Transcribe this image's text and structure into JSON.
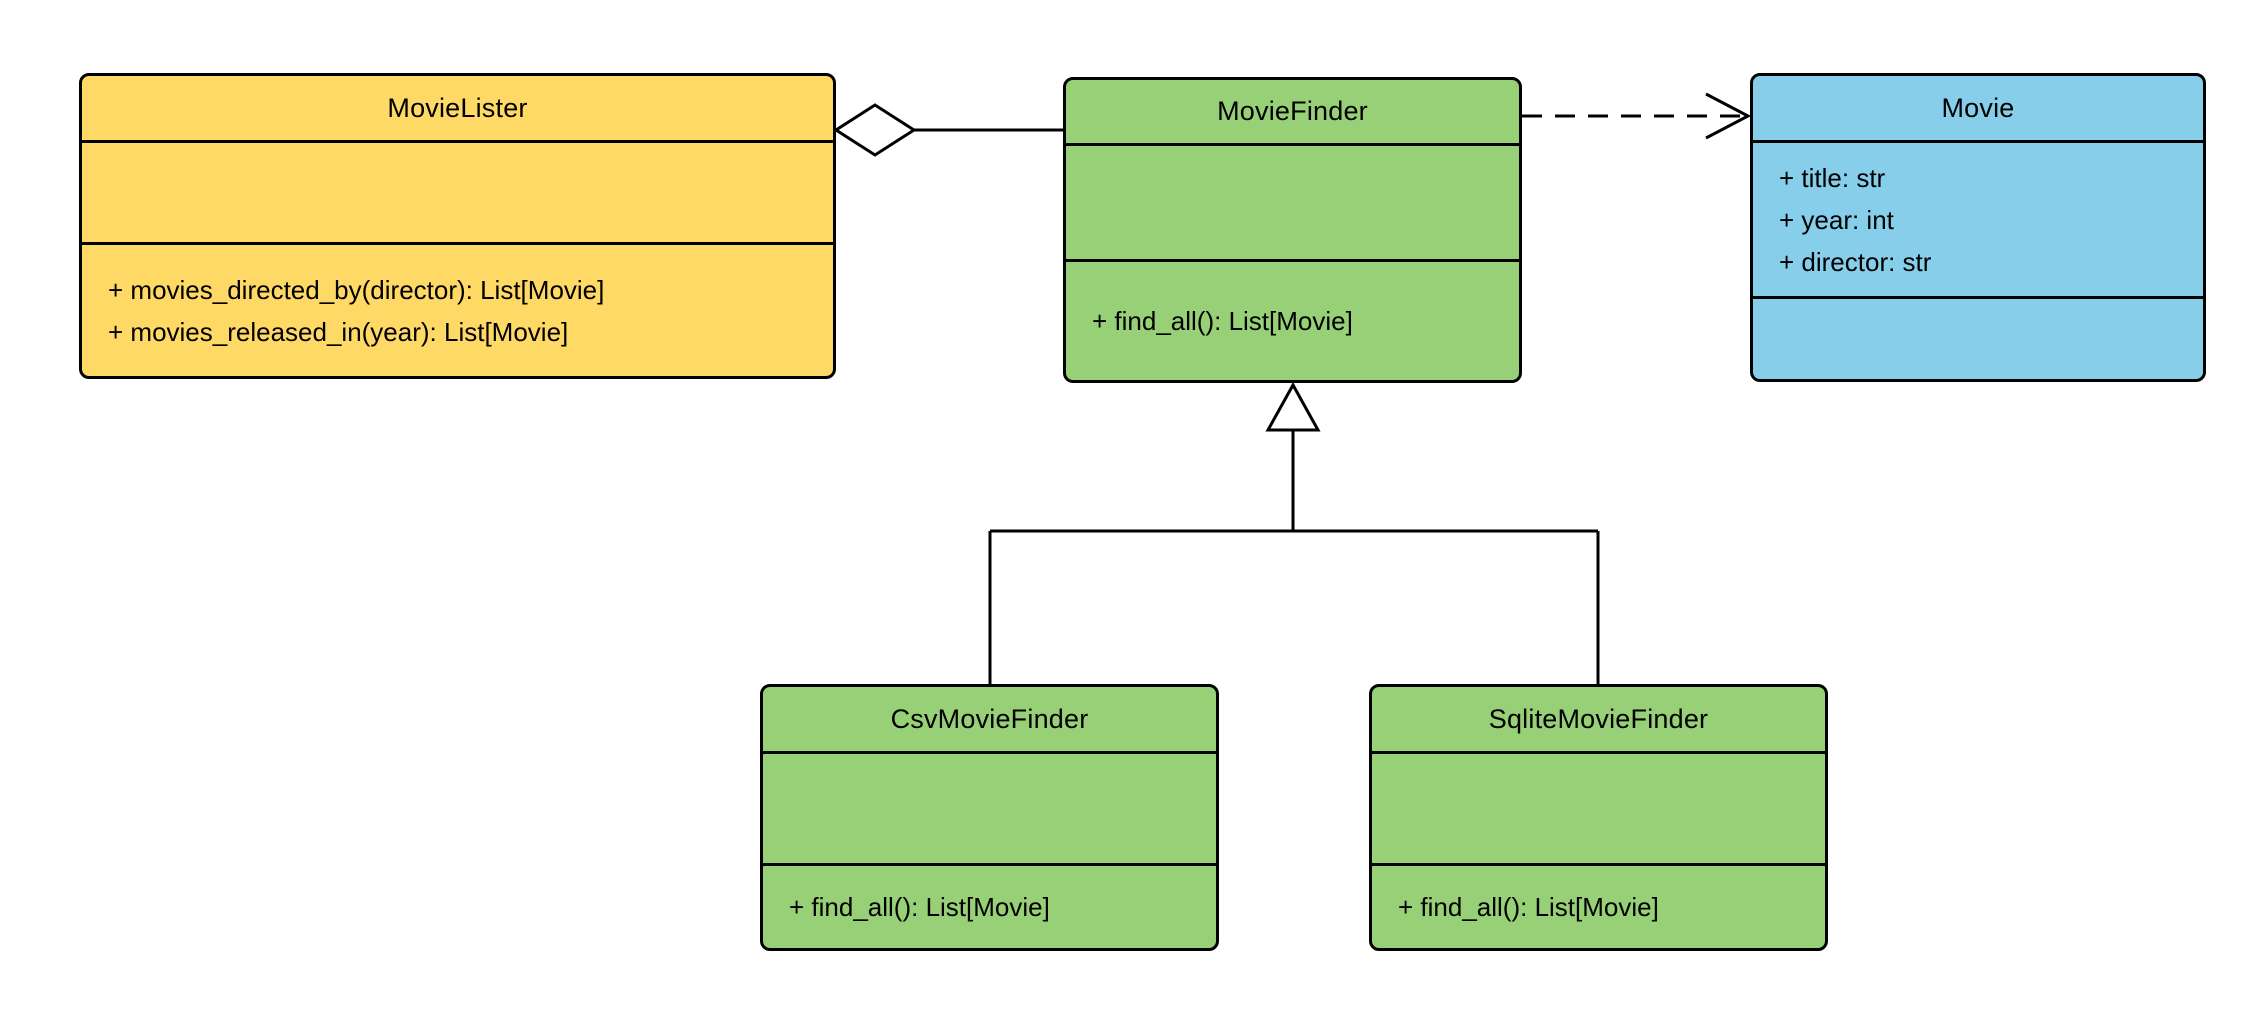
{
  "canvas": {
    "background": "#ffffff"
  },
  "classes": {
    "movie_lister": {
      "name": "MovieLister",
      "fill": "#FFD966",
      "attributes": [],
      "methods": [
        "+ movies_directed_by(director): List[Movie]",
        "+ movies_released_in(year): List[Movie]"
      ]
    },
    "movie_finder": {
      "name": "MovieFinder",
      "fill": "#97D077",
      "attributes": [],
      "methods": [
        "+ find_all(): List[Movie]"
      ]
    },
    "movie": {
      "name": "Movie",
      "fill": "#87CEEB",
      "attributes": [
        "+ title: str",
        "+ year: int",
        "+ director: str"
      ],
      "methods": []
    },
    "csv_movie_finder": {
      "name": "CsvMovieFinder",
      "fill": "#97D077",
      "attributes": [],
      "methods": [
        "+ find_all(): List[Movie]"
      ]
    },
    "sqlite_movie_finder": {
      "name": "SqliteMovieFinder",
      "fill": "#97D077",
      "attributes": [],
      "methods": [
        "+ find_all(): List[Movie]"
      ]
    }
  },
  "relationships": [
    {
      "type": "aggregation",
      "from": "MovieLister",
      "to": "MovieFinder"
    },
    {
      "type": "dependency",
      "from": "MovieFinder",
      "to": "Movie"
    },
    {
      "type": "inheritance",
      "from": "CsvMovieFinder",
      "to": "MovieFinder"
    },
    {
      "type": "inheritance",
      "from": "SqliteMovieFinder",
      "to": "MovieFinder"
    }
  ],
  "colors": {
    "stroke": "#000000",
    "yellow": "#FFD966",
    "green": "#97D077",
    "blue": "#87CEEB",
    "background": "#FFFFFF"
  }
}
